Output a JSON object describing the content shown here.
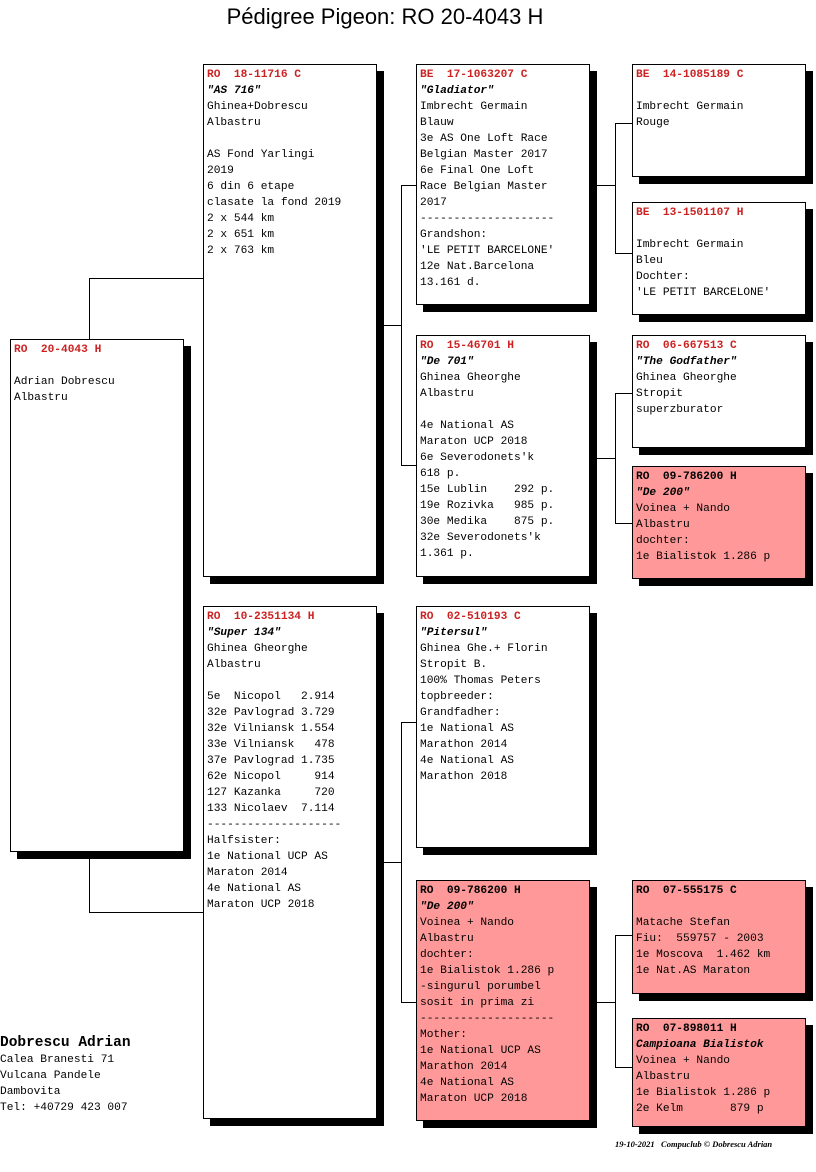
{
  "header": {
    "title": "Pédigree Pigeon: RO  20-4043 H"
  },
  "subject": {
    "ring": "RO  20-4043 H",
    "lines": [
      "",
      "Adrian Dobrescu",
      "Albastru"
    ]
  },
  "sire": {
    "ring": "RO  18-11716 C",
    "name": "\"AS 716\"",
    "lines": [
      "Ghinea+Dobrescu",
      "Albastru",
      "",
      "AS Fond Yarlingi",
      "2019",
      "6 din 6 etape",
      "clasate la fond 2019",
      "2 x 544 km",
      "2 x 651 km",
      "2 x 763 km"
    ]
  },
  "dam": {
    "ring": "RO  10-2351134 H",
    "name": "\"Super 134\"",
    "lines": [
      "Ghinea Gheorghe",
      "Albastru",
      "",
      "5e  Nicopol   2.914",
      "32e Pavlograd 3.729",
      "32e Vilniansk 1.554",
      "33e Vilniansk   478",
      "37e Pavlograd 1.735",
      "62e Nicopol     914",
      "127 Kazanka     720",
      "133 Nicolaev  7.114",
      "--------------------",
      "Halfsister:",
      "1e National UCP AS",
      "Maraton 2014",
      "4e National AS",
      "Maraton UCP 2018"
    ]
  },
  "sire_sire": {
    "ring": "BE  17-1063207 C",
    "name": "\"Gladiator\"",
    "lines": [
      "Imbrecht Germain",
      "Blauw",
      "3e AS One Loft Race",
      "Belgian Master 2017",
      "6e Final One Loft",
      "Race Belgian Master",
      "2017",
      "--------------------",
      "Grandshon:",
      "'LE PETIT BARCELONE'",
      "12e Nat.Barcelona",
      "13.161 d."
    ]
  },
  "sire_dam": {
    "ring": "RO  15-46701 H",
    "name": "\"De 701\"",
    "lines": [
      "Ghinea Gheorghe",
      "Albastru",
      "",
      "4e National AS",
      "Maraton UCP 2018",
      "6e Severodonets'k",
      "618 p.",
      "15e Lublin    292 p.",
      "19e Rozivka   985 p.",
      "30e Medika    875 p.",
      "32e Severodonets'k",
      "1.361 p."
    ]
  },
  "dam_sire": {
    "ring": "RO  02-510193 C",
    "name": "\"Pitersul\"",
    "lines": [
      "Ghinea Ghe.+ Florin",
      "Stropit B.",
      "100% Thomas Peters",
      "topbreeder:",
      "Grandfadher:",
      "1e National AS",
      "Marathon 2014",
      "4e National AS",
      "Marathon 2018"
    ]
  },
  "dam_dam": {
    "ring": "RO  09-786200 H",
    "name": "\"De 200\"",
    "lines": [
      "Voinea + Nando",
      "Albastru",
      "dochter:",
      "1e Bialistok 1.286 p",
      "-singurul porumbel",
      "sosit in prima zi",
      "--------------------",
      "Mother:",
      "1e National UCP AS",
      "Marathon 2014",
      "4e National AS",
      "Maraton UCP 2018"
    ]
  },
  "ss_sire": {
    "ring": "BE  14-1085189 C",
    "name": "",
    "lines": [
      "Imbrecht Germain",
      "Rouge"
    ]
  },
  "ss_dam": {
    "ring": "BE  13-1501107 H",
    "name": "",
    "lines": [
      "Imbrecht Germain",
      "Bleu",
      "Dochter:",
      "'LE PETIT BARCELONE'"
    ]
  },
  "sd_sire": {
    "ring": "RO  06-667513 C",
    "name": "\"The Godfather\"",
    "lines": [
      "Ghinea Gheorghe",
      "Stropit",
      "superzburator"
    ]
  },
  "sd_dam": {
    "ring": "RO  09-786200 H",
    "name": "\"De 200\"",
    "lines": [
      "Voinea + Nando",
      "Albastru",
      "dochter:",
      "1e Bialistok 1.286 p"
    ]
  },
  "dd_sire": {
    "ring": "RO  07-555175 C",
    "name": "",
    "lines": [
      "Matache Stefan",
      "Fiu:  559757 - 2003",
      "1e Moscova  1.462 km",
      "1e Nat.AS Maraton"
    ]
  },
  "dd_dam": {
    "ring": "RO  07-898011 H",
    "name": "Campioana Bialistok",
    "lines": [
      "Voinea + Nando",
      "Albastru",
      "1e Bialistok 1.286 p",
      "2e Kelm       879 p"
    ]
  },
  "owner": {
    "name": "Dobrescu Adrian",
    "lines": [
      "Calea Branesti 71",
      "Vulcana Pandele",
      "Dambovita",
      "Tel: +40729 423 007"
    ]
  },
  "footer": {
    "text": "19-10-2021   Compuclub © Dobrescu Adrian"
  }
}
